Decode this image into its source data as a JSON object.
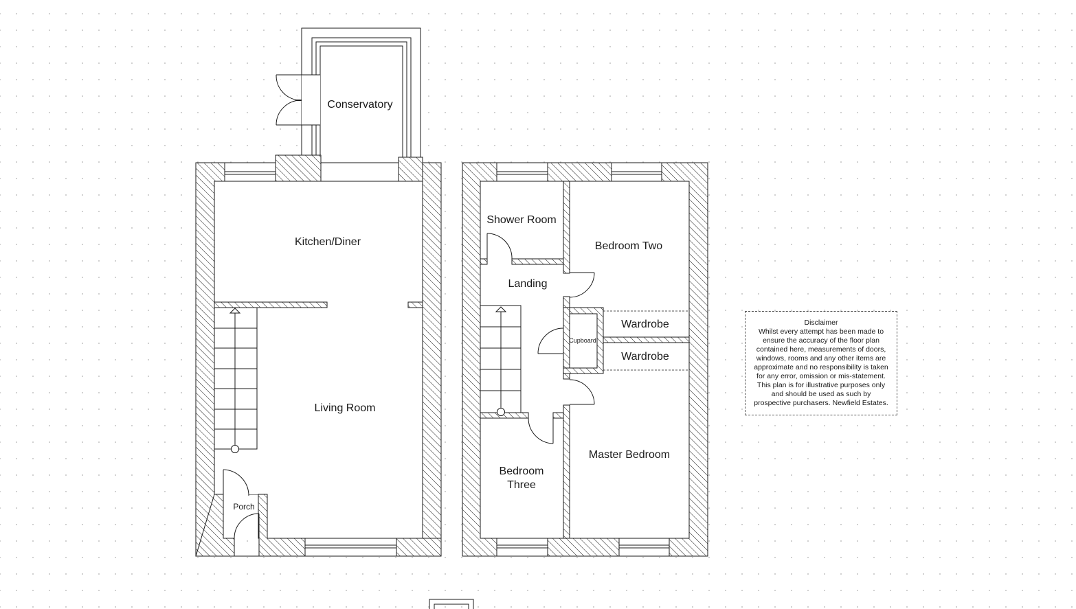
{
  "ground_floor": {
    "rooms": {
      "conservatory": "Conservatory",
      "kitchen_diner": "Kitchen/Diner",
      "living_room": "Living Room",
      "porch": "Porch"
    }
  },
  "first_floor": {
    "rooms": {
      "shower_room": "Shower Room",
      "landing": "Landing",
      "bedroom_two": "Bedroom Two",
      "wardrobe_upper": "Wardrobe",
      "wardrobe_lower": "Wardrobe",
      "cupboard": "Cupboard",
      "master_bedroom": "Master Bedroom",
      "bedroom_three_line1": "Bedroom",
      "bedroom_three_line2": "Three"
    }
  },
  "disclaimer": {
    "title": "Disclaimer",
    "lines": [
      "Whilst every attempt has been made to",
      "ensure the accuracy of the floor plan",
      "contained here, measurements of doors,",
      "windows, rooms and any other items are",
      "approximate and no responsibility is taken",
      "for any error, omission or mis-statement.",
      "This plan is for illustrative purposes only",
      "and should be used as such by",
      "prospective purchasers. Newfield Estates."
    ]
  },
  "colors": {
    "wall_stroke": "#1a1a1a",
    "hatch": "#1a1a1a",
    "background": "#ffffff"
  }
}
